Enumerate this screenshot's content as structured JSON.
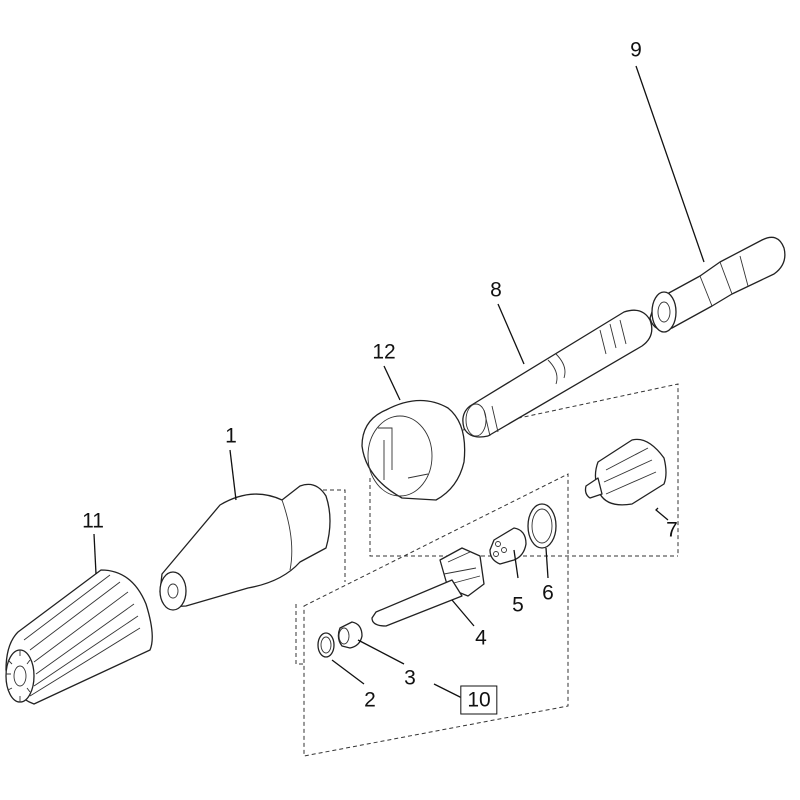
{
  "parts": [
    {
      "id": "p1",
      "callout": "1"
    },
    {
      "id": "p2",
      "callout": "2"
    },
    {
      "id": "p3",
      "callout": "3"
    },
    {
      "id": "p4",
      "callout": "4"
    },
    {
      "id": "p5",
      "callout": "5"
    },
    {
      "id": "p6",
      "callout": "6"
    },
    {
      "id": "p7",
      "callout": "7"
    },
    {
      "id": "p8",
      "callout": "8"
    },
    {
      "id": "p9",
      "callout": "9"
    },
    {
      "id": "p10",
      "callout": "10",
      "boxed": true
    },
    {
      "id": "p11",
      "callout": "11"
    },
    {
      "id": "p12",
      "callout": "12"
    }
  ]
}
